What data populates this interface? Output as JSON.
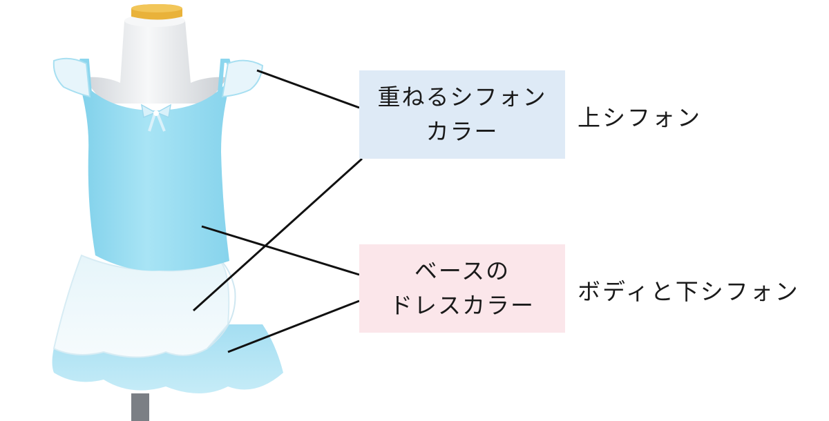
{
  "upper_callout": {
    "line1": "重ねるシフォン",
    "line2": "カラー",
    "side_label": "上シフォン",
    "box_color": "#deeaf6"
  },
  "lower_callout": {
    "line1": "ベースの",
    "line2": "ドレスカラー",
    "side_label": "ボディと下シフォン",
    "box_color": "#fbe6ea"
  },
  "colors": {
    "dress_base": "#9edff3",
    "chiffon_upper": "#eef7fb",
    "mannequin": "#e9ebee",
    "cap": "#e9b23a",
    "leader_line": "#111111"
  }
}
